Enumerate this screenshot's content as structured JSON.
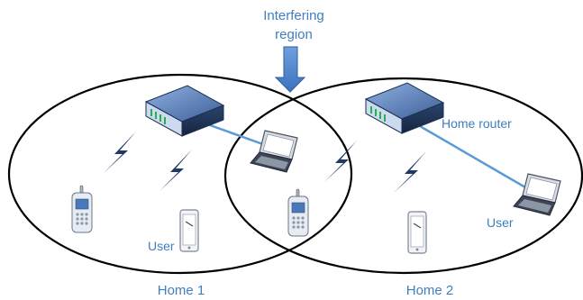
{
  "labels": {
    "interfering_line1": "Interfering",
    "interfering_line2": "region",
    "home1": "Home 1",
    "home2": "Home 2",
    "home_router": "Home router",
    "user_left": "User",
    "user_right": "User"
  },
  "icons": {
    "router": "router-icon",
    "laptop": "laptop-icon",
    "phone": "mobile-phone-icon",
    "tablet": "tablet-icon",
    "wireless": "lightning-bolt-icon",
    "arrow": "down-arrow-icon"
  },
  "colors": {
    "label_blue": "#3f7fbf",
    "link_blue": "#5b9bd5",
    "bolt_navy": "#1f3864",
    "ellipse_stroke": "#000000",
    "router_body": "#2f4a7a",
    "arrow_blue": "#5b8fd0"
  }
}
